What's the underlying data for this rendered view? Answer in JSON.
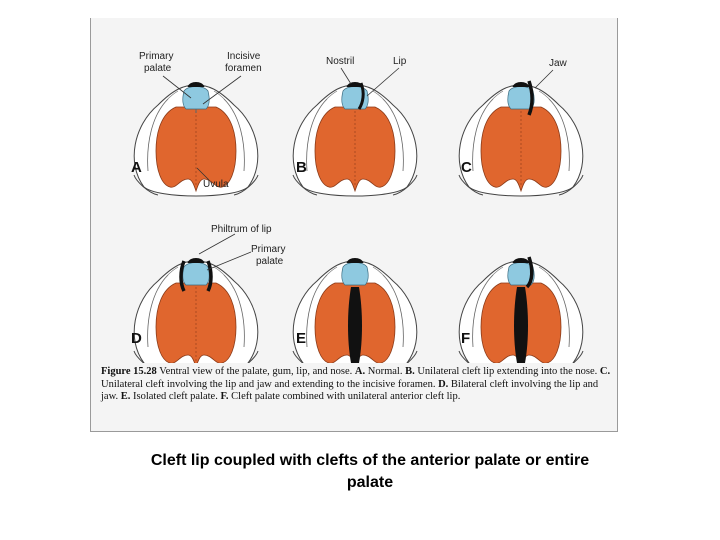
{
  "figure": {
    "labels": {
      "primary_palate": [
        "Primary",
        "palate"
      ],
      "incisive_foramen": [
        "Incisive",
        "foramen"
      ],
      "nostril": "Nostril",
      "lip": "Lip",
      "jaw": "Jaw",
      "uvula": "Uvula",
      "philtrum": "Philtrum of lip",
      "primary_palate_d": [
        "Primary",
        "palate"
      ]
    },
    "panels": [
      "A",
      "B",
      "C",
      "D",
      "E",
      "F"
    ],
    "caption": {
      "number": "Figure 15.28",
      "intro": " Ventral view of the palate, gum, lip, and nose. ",
      "a_key": "A.",
      "a_text": " Normal. ",
      "b_key": "B.",
      "b_text": " Unilateral cleft lip extending into the nose. ",
      "c_key": "C.",
      "c_text": " Unilateral cleft involving the lip and jaw and extending to the incisive foramen. ",
      "d_key": "D.",
      "d_text": " Bilateral cleft involving the lip and jaw. ",
      "e_key": "E.",
      "e_text": " Isolated cleft palate. ",
      "f_key": "F.",
      "f_text": " Cleft palate combined with unilateral anterior cleft lip."
    }
  },
  "slide_caption": "Cleft lip coupled with clefts of the anterior palate or entire palate",
  "colors": {
    "palate": "#e0662e",
    "primary_palate": "#8ec9e0",
    "cleft": "#111111",
    "outline": "#444444",
    "jaw_fill": "#ffffff"
  }
}
